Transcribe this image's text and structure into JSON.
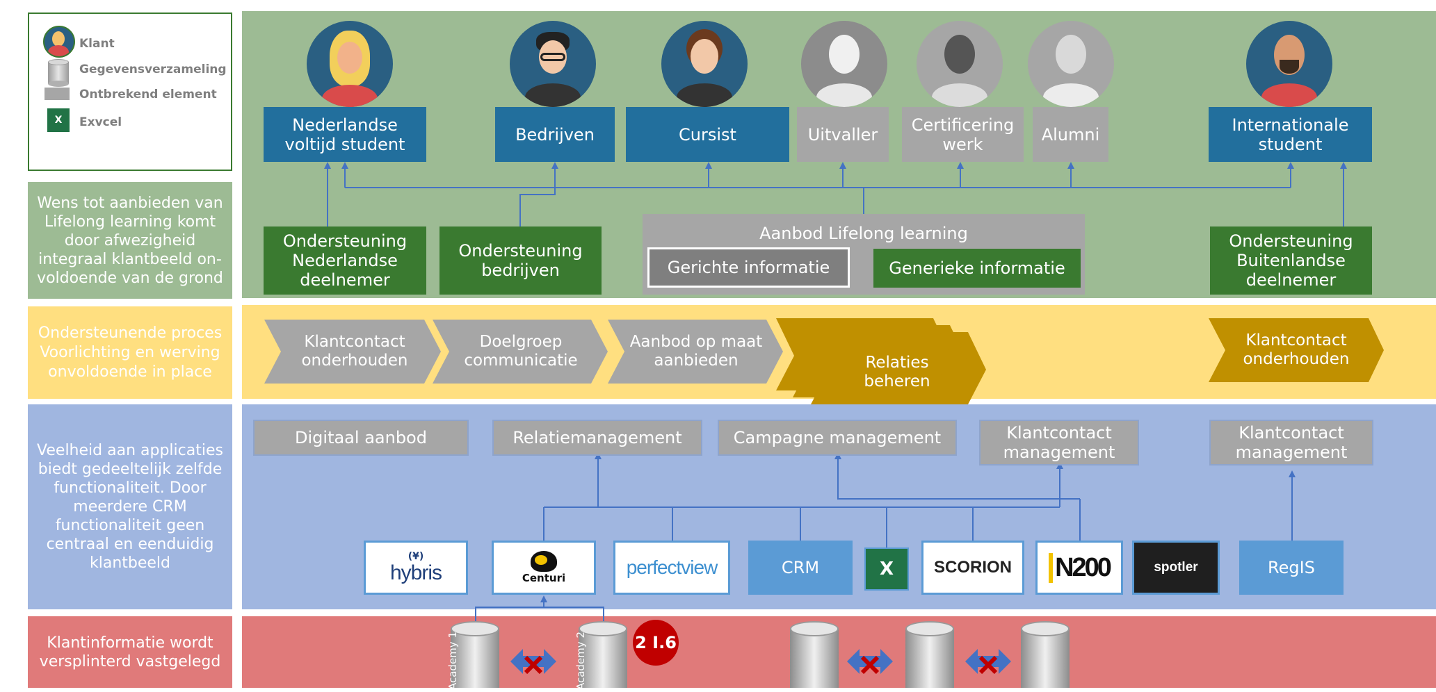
{
  "legend": {
    "items": [
      {
        "label": "Klant",
        "icon": "customer-icon"
      },
      {
        "label": "Gegevensverzameling",
        "icon": "database-icon"
      },
      {
        "label": "Ontbrekend element",
        "icon": "gray-box-icon"
      },
      {
        "label": "Exvcel",
        "icon": "excel-icon"
      }
    ]
  },
  "rows": {
    "customers_note": "Wens tot aanbieden van Lifelong learning komt door afwezigheid integraal klantbeeld on-voldoende van de grond",
    "process_note": "Ondersteunende proces Voorlichting en werving onvoldoende in place",
    "apps_note": "Veelheid aan applicaties biedt gedeeltelijk zelfde functionaliteit. Door meerdere CRM functionaliteit geen centraal en eenduidig klantbeeld",
    "data_note": "Klantinformatie wordt versplinterd vastgelegd"
  },
  "customers": [
    {
      "label": "Nederlandse voltijd student",
      "status": "present"
    },
    {
      "label": "Bedrijven",
      "status": "present"
    },
    {
      "label": "Cursist",
      "status": "present"
    },
    {
      "label": "Uitvaller",
      "status": "missing"
    },
    {
      "label": "Certificering werk",
      "status": "missing"
    },
    {
      "label": "Alumni",
      "status": "missing"
    },
    {
      "label": "Internationale student",
      "status": "present"
    }
  ],
  "support": {
    "nl": "Ondersteuning Nederlandse deelnemer",
    "bedrijven": "Ondersteuning bedrijven",
    "buitenland": "Ondersteuning Buitenlandse deelnemer",
    "aanbod_title": "Aanbod Lifelong learning",
    "gerichte": "Gerichte informatie",
    "generieke": "Generieke informatie"
  },
  "process": {
    "steps": [
      "Klantcontact onderhouden",
      "Doelgroep communicatie",
      "Aanbod op maat aanbieden",
      "Relaties beheren",
      "Klantcontact onderhouden"
    ]
  },
  "functions": [
    "Digitaal aanbod",
    "Relatiemanagement",
    "Campagne management",
    "Klantcontact management",
    "Klantcontact management"
  ],
  "apps": {
    "hybris": "hybris",
    "centuri": "Centuri",
    "perfectview": "perfectview",
    "crm": "CRM",
    "scorion": "SCORION",
    "n200": "N200",
    "spotler": "spotler",
    "regis": "RegIS"
  },
  "databases": {
    "academy1": "Academy 1",
    "academy2": "Academy 2",
    "badge": "2 I.6"
  },
  "colors": {
    "green_band": "#9dbb94",
    "yellow_band": "#ffdf80",
    "blue_band": "#a0b6e0",
    "red_band": "#e07a7a",
    "dark_blue": "#226f9d",
    "dark_green": "#3a7a30",
    "gold": "#c09000"
  }
}
